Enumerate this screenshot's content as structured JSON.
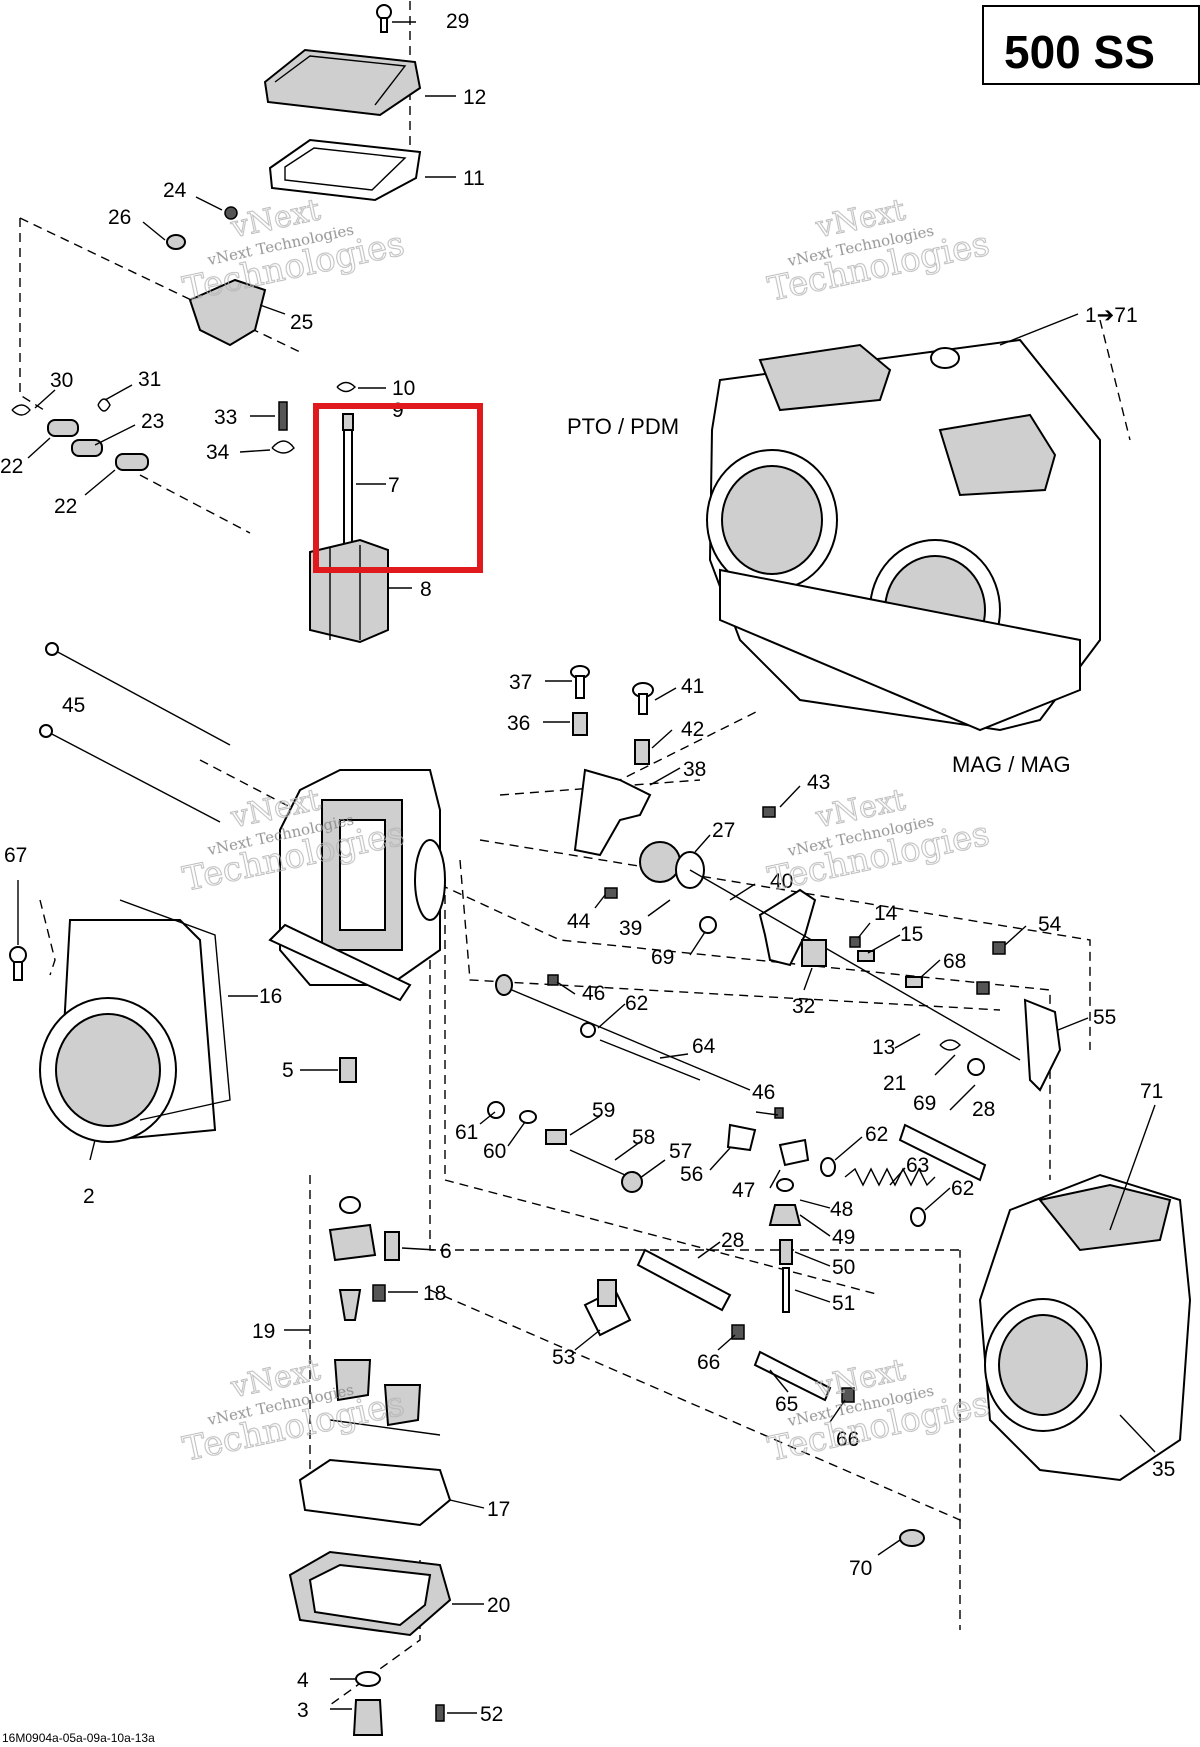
{
  "title": "500 SS",
  "group_labels": {
    "pto": "PTO / PDM",
    "mag": "MAG / MAG"
  },
  "drawing_code": "16M0904a-05a-09a-10a-13a",
  "watermark": {
    "line1": "vNext",
    "line2": "Technologies",
    "small": "vNext Technologies"
  },
  "highlight_color": "#e0191c",
  "highlighted_part": "7",
  "callouts": [
    {
      "id": "29",
      "text": "29"
    },
    {
      "id": "12",
      "text": "12"
    },
    {
      "id": "11",
      "text": "11"
    },
    {
      "id": "24",
      "text": "24"
    },
    {
      "id": "26",
      "text": "26"
    },
    {
      "id": "25",
      "text": "25"
    },
    {
      "id": "30",
      "text": "30"
    },
    {
      "id": "31",
      "text": "31"
    },
    {
      "id": "23",
      "text": "23"
    },
    {
      "id": "22a",
      "text": "22"
    },
    {
      "id": "22b",
      "text": "22"
    },
    {
      "id": "33",
      "text": "33"
    },
    {
      "id": "34",
      "text": "34"
    },
    {
      "id": "10",
      "text": "10"
    },
    {
      "id": "9",
      "text": "9"
    },
    {
      "id": "7",
      "text": "7"
    },
    {
      "id": "8",
      "text": "8"
    },
    {
      "id": "1to71",
      "text": "1➔71"
    },
    {
      "id": "45",
      "text": "45"
    },
    {
      "id": "37",
      "text": "37"
    },
    {
      "id": "36",
      "text": "36"
    },
    {
      "id": "41",
      "text": "41"
    },
    {
      "id": "42",
      "text": "42"
    },
    {
      "id": "38",
      "text": "38"
    },
    {
      "id": "43",
      "text": "43"
    },
    {
      "id": "27",
      "text": "27"
    },
    {
      "id": "67",
      "text": "67"
    },
    {
      "id": "40",
      "text": "40"
    },
    {
      "id": "44",
      "text": "44"
    },
    {
      "id": "39",
      "text": "39"
    },
    {
      "id": "69a",
      "text": "69"
    },
    {
      "id": "14",
      "text": "14"
    },
    {
      "id": "15",
      "text": "15"
    },
    {
      "id": "54",
      "text": "54"
    },
    {
      "id": "68",
      "text": "68"
    },
    {
      "id": "32",
      "text": "32"
    },
    {
      "id": "16",
      "text": "16"
    },
    {
      "id": "46a",
      "text": "46"
    },
    {
      "id": "62a",
      "text": "62"
    },
    {
      "id": "55",
      "text": "55"
    },
    {
      "id": "13",
      "text": "13"
    },
    {
      "id": "5",
      "text": "5"
    },
    {
      "id": "64",
      "text": "64"
    },
    {
      "id": "21",
      "text": "21"
    },
    {
      "id": "69b",
      "text": "69"
    },
    {
      "id": "71",
      "text": "71"
    },
    {
      "id": "46b",
      "text": "46"
    },
    {
      "id": "28a",
      "text": "28"
    },
    {
      "id": "59",
      "text": "59"
    },
    {
      "id": "61",
      "text": "61"
    },
    {
      "id": "60",
      "text": "60"
    },
    {
      "id": "58",
      "text": "58"
    },
    {
      "id": "57",
      "text": "57"
    },
    {
      "id": "62b",
      "text": "62"
    },
    {
      "id": "56",
      "text": "56"
    },
    {
      "id": "2",
      "text": "2"
    },
    {
      "id": "63",
      "text": "63"
    },
    {
      "id": "47",
      "text": "47"
    },
    {
      "id": "62c",
      "text": "62"
    },
    {
      "id": "48",
      "text": "48"
    },
    {
      "id": "6",
      "text": "6"
    },
    {
      "id": "49",
      "text": "49"
    },
    {
      "id": "28b",
      "text": "28"
    },
    {
      "id": "18",
      "text": "18"
    },
    {
      "id": "50",
      "text": "50"
    },
    {
      "id": "51",
      "text": "51"
    },
    {
      "id": "19",
      "text": "19"
    },
    {
      "id": "53",
      "text": "53"
    },
    {
      "id": "66a",
      "text": "66"
    },
    {
      "id": "65",
      "text": "65"
    },
    {
      "id": "66b",
      "text": "66"
    },
    {
      "id": "35",
      "text": "35"
    },
    {
      "id": "17",
      "text": "17"
    },
    {
      "id": "70",
      "text": "70"
    },
    {
      "id": "20",
      "text": "20"
    },
    {
      "id": "4",
      "text": "4"
    },
    {
      "id": "3",
      "text": "3"
    },
    {
      "id": "52",
      "text": "52"
    }
  ]
}
